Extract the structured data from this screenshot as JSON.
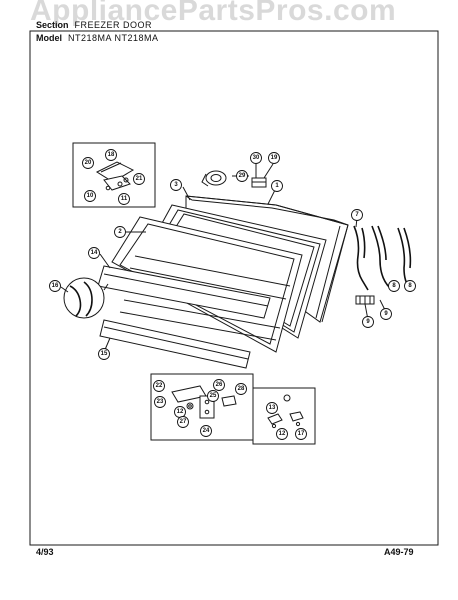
{
  "watermark": "AppliancePartsPros.com",
  "header": {
    "section_label": "Section",
    "section_value": "FREEZER DOOR",
    "model_label": "Model",
    "model_value": "NT218MA   NT218MA"
  },
  "footer": {
    "date": "4/93",
    "page_code": "A49-79"
  },
  "callouts": {
    "c1": "1",
    "c2": "2",
    "c3": "3",
    "c7": "7",
    "c8a": "8",
    "c8b": "8",
    "c9a": "9",
    "c9b": "9",
    "c10": "10",
    "c11": "11",
    "c12a": "12",
    "c12b": "12",
    "c13": "13",
    "c14": "14",
    "c15": "15",
    "c16": "16",
    "c17": "17",
    "c18": "18",
    "c19": "19",
    "c20": "20",
    "c21": "21",
    "c22": "22",
    "c23": "23",
    "c24": "24",
    "c25": "25",
    "c26": "26",
    "c27": "27",
    "c28": "28",
    "c29": "29",
    "c30": "30"
  }
}
